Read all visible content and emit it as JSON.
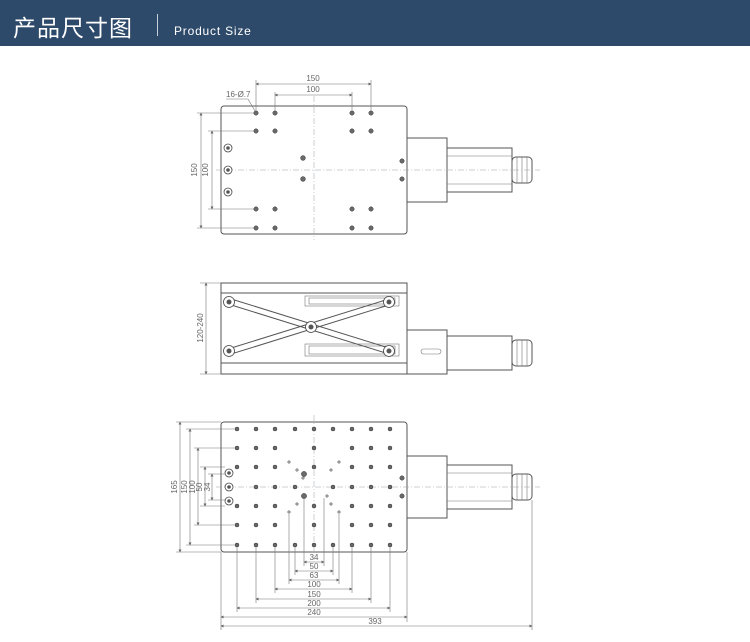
{
  "header": {
    "title_cn": "产品尺寸图",
    "title_en": "Product Size",
    "bg_color": "#2d4a6a"
  },
  "top_view": {
    "dims": {
      "width_outer": "150",
      "width_inner": "100",
      "holes_note": "16-Ø.7",
      "height_outer": "150",
      "height_inner": "100"
    }
  },
  "side_view": {
    "dims": {
      "height_range": "120-240"
    }
  },
  "bottom_view": {
    "dims": {
      "h165": "165",
      "h150": "150",
      "h100": "100",
      "h50": "50",
      "h34": "34",
      "w34": "34",
      "w50": "50",
      "w63": "63",
      "w100": "100",
      "w150": "150",
      "w200": "200",
      "w240": "240",
      "w393": "393"
    }
  }
}
